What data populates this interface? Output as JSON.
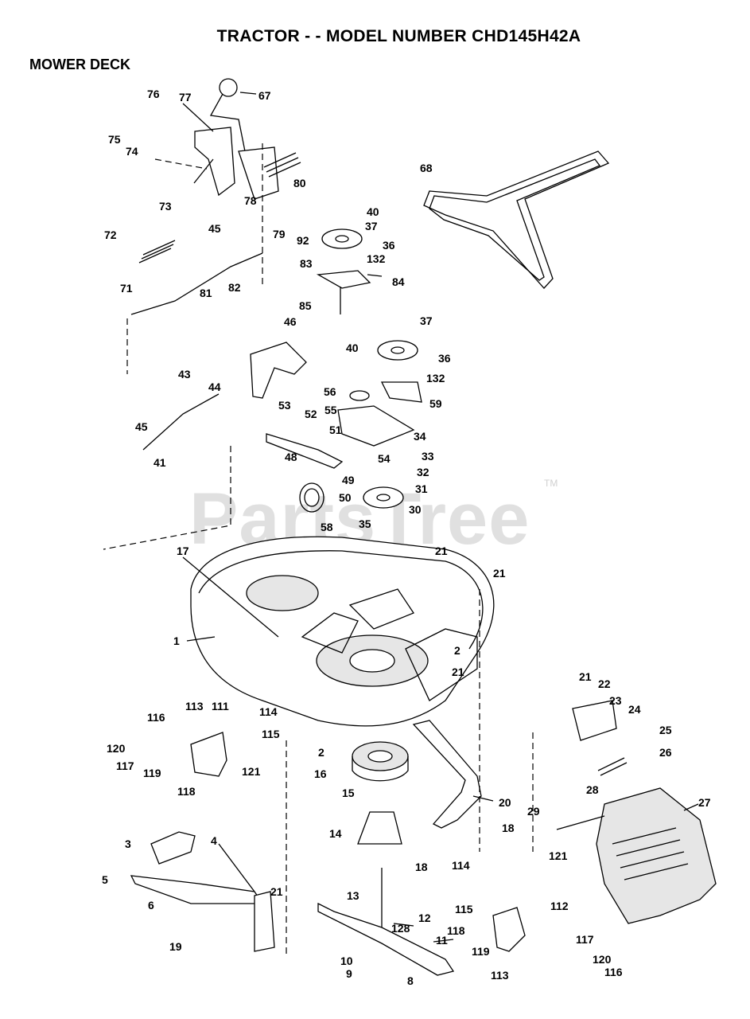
{
  "header": {
    "title": "TRACTOR - - MODEL NUMBER CHD145H42A",
    "section": "MOWER DECK"
  },
  "watermark": {
    "text": "PartsTree",
    "tm": "TM"
  },
  "labels": {
    "l1": "1",
    "l2a": "2",
    "l2b": "2",
    "l3": "3",
    "l4": "4",
    "l5": "5",
    "l6": "6",
    "l8": "8",
    "l9": "9",
    "l10": "10",
    "l11": "11",
    "l12": "12",
    "l13": "13",
    "l14": "14",
    "l15": "15",
    "l16": "16",
    "l17": "17",
    "l18a": "18",
    "l18b": "18",
    "l19": "19",
    "l20": "20",
    "l21a": "21",
    "l21b": "21",
    "l21c": "21",
    "l21d": "21",
    "l21e": "21",
    "l22": "22",
    "l23": "23",
    "l24": "24",
    "l25": "25",
    "l26": "26",
    "l27": "27",
    "l28": "28",
    "l29": "29",
    "l30": "30",
    "l31": "31",
    "l32": "32",
    "l33": "33",
    "l34": "34",
    "l35": "35",
    "l36a": "36",
    "l36b": "36",
    "l37a": "37",
    "l37b": "37",
    "l40a": "40",
    "l40b": "40",
    "l41": "41",
    "l43": "43",
    "l44": "44",
    "l45a": "45",
    "l45b": "45",
    "l46": "46",
    "l48": "48",
    "l49": "49",
    "l50": "50",
    "l51": "51",
    "l52": "52",
    "l53": "53",
    "l54": "54",
    "l55": "55",
    "l56": "56",
    "l58": "58",
    "l59": "59",
    "l67": "67",
    "l68": "68",
    "l71": "71",
    "l72": "72",
    "l73": "73",
    "l74": "74",
    "l75": "75",
    "l76": "76",
    "l77": "77",
    "l78": "78",
    "l79": "79",
    "l80": "80",
    "l81": "81",
    "l82": "82",
    "l83": "83",
    "l84": "84",
    "l85": "85",
    "l92": "92",
    "l111": "111",
    "l112": "112",
    "l113a": "113",
    "l113b": "113",
    "l114a": "114",
    "l114b": "114",
    "l115a": "115",
    "l115b": "115",
    "l116a": "116",
    "l116b": "116",
    "l117a": "117",
    "l117b": "117",
    "l118a": "118",
    "l118b": "118",
    "l119a": "119",
    "l119b": "119",
    "l120a": "120",
    "l120b": "120",
    "l121a": "121",
    "l121b": "121",
    "l128": "128",
    "l132a": "132",
    "l132b": "132"
  }
}
